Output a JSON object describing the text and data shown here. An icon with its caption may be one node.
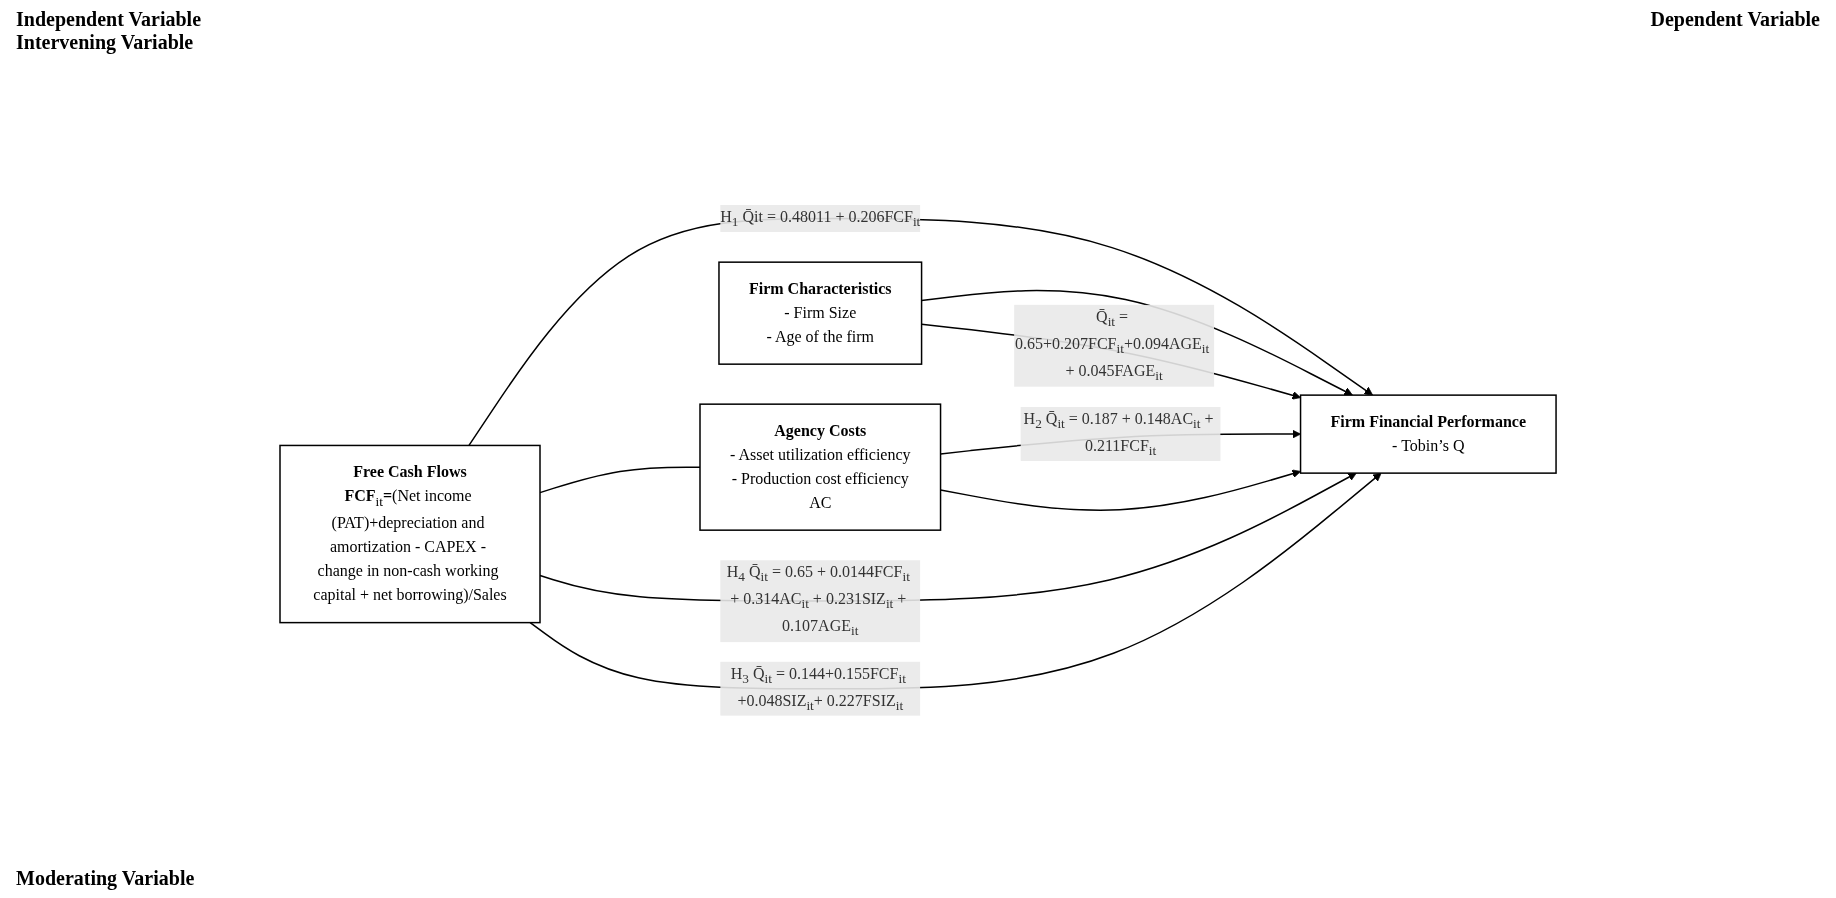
{
  "diagram": {
    "nodes": [
      {
        "text": [
          "Free Cash Flows",
          "**FCF**$_{it}$**=**(Net income (PAT)+depreciation and amortization - CAPEX - change in non-cash working capital + net borrowing)/Sales"
        ]
      },
      {
        "text": [
          "Agency Costs",
          "- Asset utilization efficiency",
          "- Production cost efficiency",
          "AC"
        ]
      },
      {
        "text": [
          "Firm Characteristics",
          "- Firm Size",
          "- Age of the firm"
        ]
      },
      {
        "text": [
          "Firm Financial Performance",
          "- Tobin’s Q"
        ]
      }
    ],
    "edges": [
      {
        "from": 0,
        "to": 3,
        "arrow": "to",
        "label": "H$_{1}$ Q̄it = 0.48011 + 0.206FCF$_{it}$"
      },
      {
        "from": 0,
        "to": 1,
        "arrow": "none"
      },
      {
        "from": 1,
        "to": 3,
        "arrow": "to",
        "label": "H$_{2}$ Q̄$_{it}$ = 0.187 + 0.148AC$_{it}$ + 0.211FCF$_{it}$"
      },
      {
        "from": 0,
        "to": 3,
        "arrow": "to",
        "label": "H$_{4}$ Q̄$_{it}$ = 0.65 + 0.0144FCF$_{it}$ + 0.314AC$_{it}$ + 0.231SIZ$_{it}$ + 0.107AGE$_{it}$"
      },
      {
        "from": 1,
        "to": 3,
        "arrow": "to"
      },
      {
        "from": 2,
        "to": 3,
        "arrow": "to"
      },
      {
        "from": 0,
        "to": 3,
        "arrow": "to",
        "label": "H$_{3}$ Q̄$_{it}$ = 0.144+0.155FCF$_{it}$ +0.048SIZ$_{it}$+ 0.227FSIZ$_{it}$"
      },
      {
        "from": 2,
        "to": 3,
        "arrow": "to",
        "label": "Q̄$_{it}$ = 0.65+0.207FCF$_{it}$+0.094AGE$_{it}$ + 0.045FAGE$_{it}$"
      }
    ],
    "labels": [
      "Independent Variable",
      "Dependent Variable",
      "Intervening Variable",
      "Moderating Variable"
    ]
  }
}
